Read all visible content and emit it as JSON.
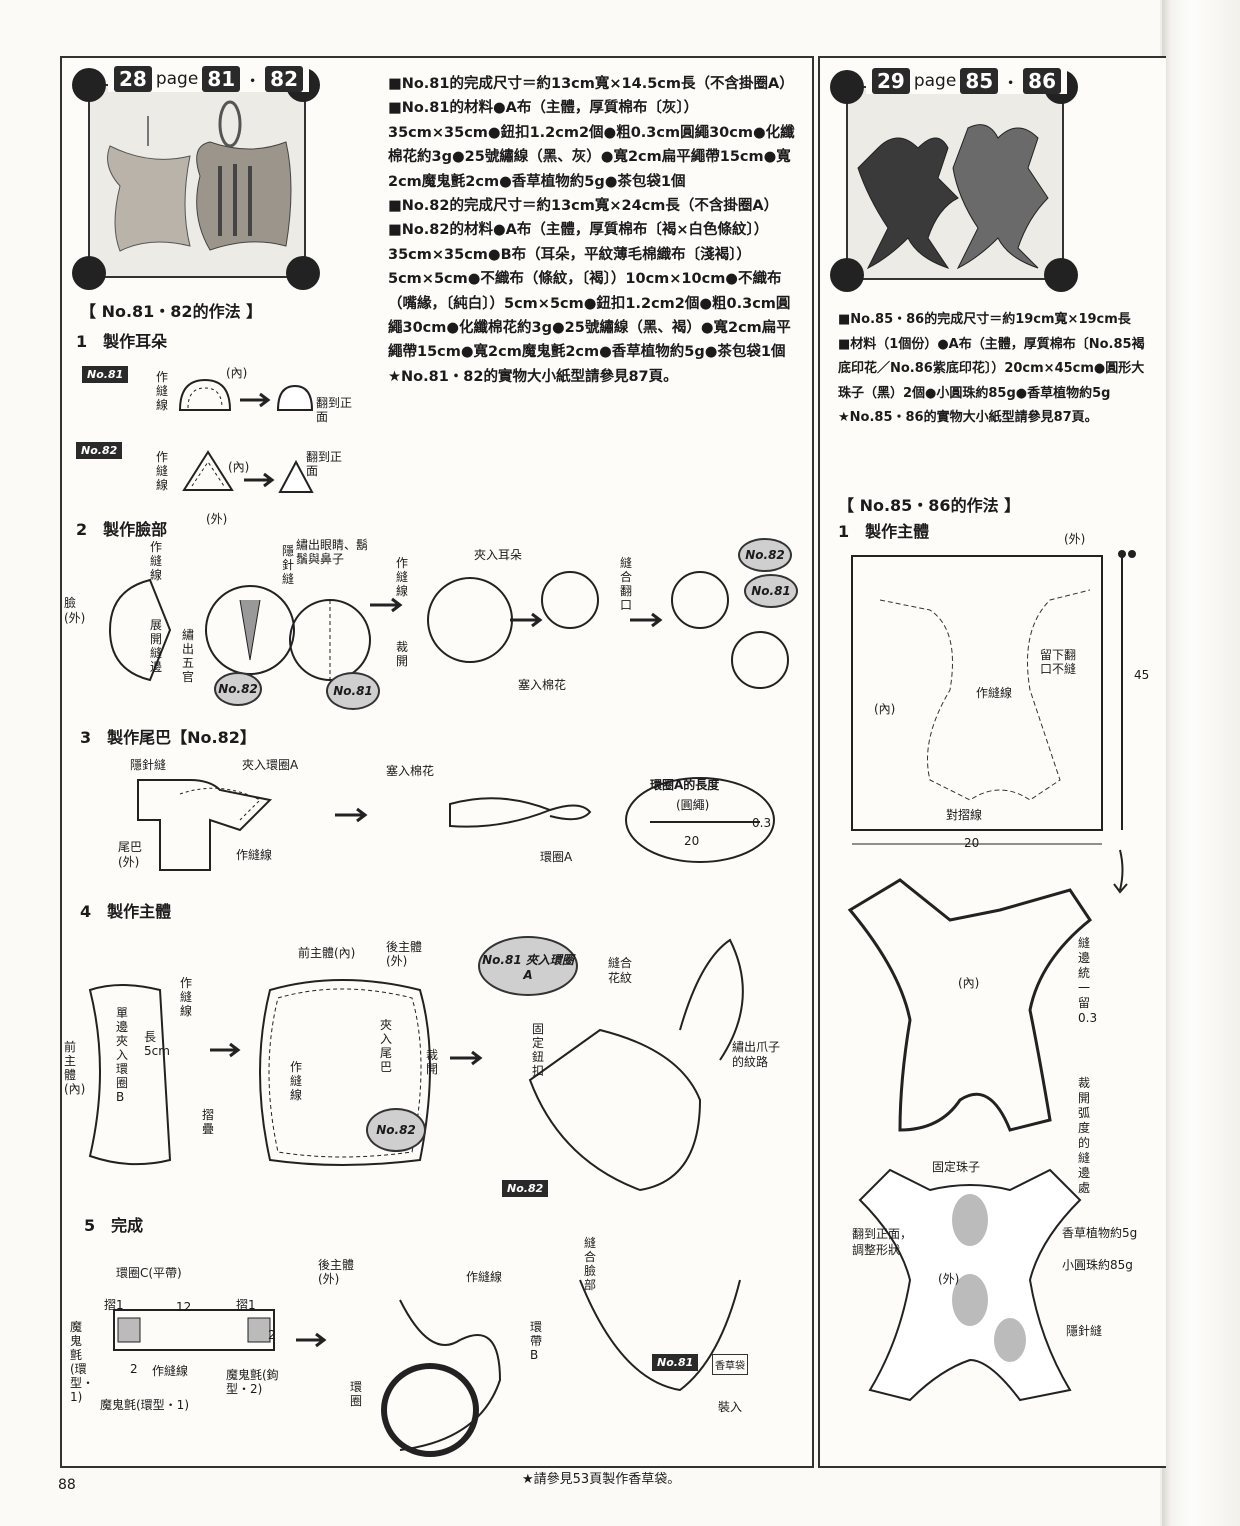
{
  "left": {
    "header": {
      "num": "28",
      "page_word": "page",
      "p1": "81",
      "p2": "82"
    },
    "specs": [
      "■No.81的完成尺寸＝約13cm寬×14.5cm長（不含掛圈A）",
      "■No.81的材料●A布（主體，厚質棉布〔灰〕）35cm×35cm●鈕扣1.2cm2個●粗0.3cm圓繩30cm●化纖棉花約3g●25號繡線（黑、灰）●寬2cm扁平繩帶15cm●寬2cm魔鬼氈2cm●香草植物約5g●茶包袋1個",
      "■No.82的完成尺寸＝約13cm寬×24cm長（不含掛圈A）",
      "■No.82的材料●A布（主體，厚質棉布〔褐×白色條紋〕）35cm×35cm●B布（耳朵，平紋薄毛棉織布〔淺褐〕）5cm×5cm●不織布（條紋，〔褐〕）10cm×10cm●不織布（嘴緣，〔純白〕）5cm×5cm●鈕扣1.2cm2個●粗0.3cm圓繩30cm●化纖棉花約3g●25號繡線（黑、褐）●寬2cm扁平繩帶15cm●寬2cm魔鬼氈2cm●香草植物約5g●茶包袋1個",
      "★No.81・82的實物大小紙型請參見87頁。"
    ],
    "method_title": "【 No.81・82的作法 】",
    "steps": {
      "s1": "1　製作耳朵",
      "s2": "2　製作臉部",
      "s3": "3　製作尾巴【No.82】",
      "s4": "4　製作主體",
      "s5": "5　完成"
    },
    "tags": {
      "t81": "No.81",
      "t82": "No.82"
    },
    "notes": {
      "sewing_line": "作縫線",
      "inside": "(內)",
      "outside": "(外)",
      "turn_over": "翻到正面",
      "face_out": "臉(外)",
      "open_seam": "展開縫邊",
      "embroider_features": "繡出五官",
      "eyes_nose": "繡出眼睛、鬍鬚與鼻子",
      "blind_stitch": "隱針縫",
      "insert_ears": "夾入耳朵",
      "cut_open": "裁開",
      "sew_close": "縫合翻口",
      "stuff": "塞入棉花",
      "insert_loop_a": "夾入環圈A",
      "tail": "尾巴(外)",
      "loop_a": "環圈A",
      "loop_length": "環圈A的長度",
      "cord": "(圓繩)",
      "n20": "20",
      "n03": "0.3",
      "front_body": "前主體(內)",
      "back_body": "後主體(外)",
      "single_loop_b": "單邊夾入環圈B",
      "length5": "長5cm",
      "fold": "摺疊",
      "insert_tail": "夾入尾巴",
      "bubble81": "No.81 夾入環圈A",
      "sew_pattern": "縫合花紋",
      "fix_button": "固定鈕扣",
      "claws": "繡出爪子的紋路",
      "sew_face": "縫合臉部",
      "loop_c": "環圈C(平帶)",
      "fold1": "摺1",
      "n12": "12",
      "n2": "2",
      "velcro_loop": "魔鬼氈(環型・1)",
      "velcro_hook": "魔鬼氈(鉤型・2)",
      "band_b": "環帶B",
      "ring": "環圈",
      "sachet": "香草袋",
      "put_in": "裝入"
    },
    "footer": "★請參見53頁製作香草袋。",
    "page_number": "88"
  },
  "right": {
    "header": {
      "num": "29",
      "page_word": "page",
      "p1": "85",
      "p2": "86"
    },
    "specs": [
      "■No.85・86的完成尺寸＝約19cm寬×19cm長",
      "■材料（1個份）●A布（主體，厚質棉布〔No.85褐底印花／No.86紫底印花〕）20cm×45cm●圓形大珠子（黑）2個●小圓珠約85g●香草植物約5g",
      "★No.85・86的實物大小紙型請參見87頁。"
    ],
    "method_title": "【 No.85・86的作法 】",
    "step1": "1　製作主體",
    "notes": {
      "outside": "(外)",
      "inside": "(內)",
      "leave_open": "留下翻口不縫",
      "sewing_line": "作縫線",
      "fold_line": "對摺線",
      "n45": "45",
      "n20": "20",
      "seam_allow": "縫邊統一留0.3",
      "cut_curve": "裁開弧度的縫邊處",
      "fix_beads": "固定珠子",
      "turn_shape": "翻到正面，調整形狀",
      "herbs": "香草植物約5g",
      "beads": "小圓珠約85g",
      "blind_stitch": "隱針縫"
    }
  }
}
